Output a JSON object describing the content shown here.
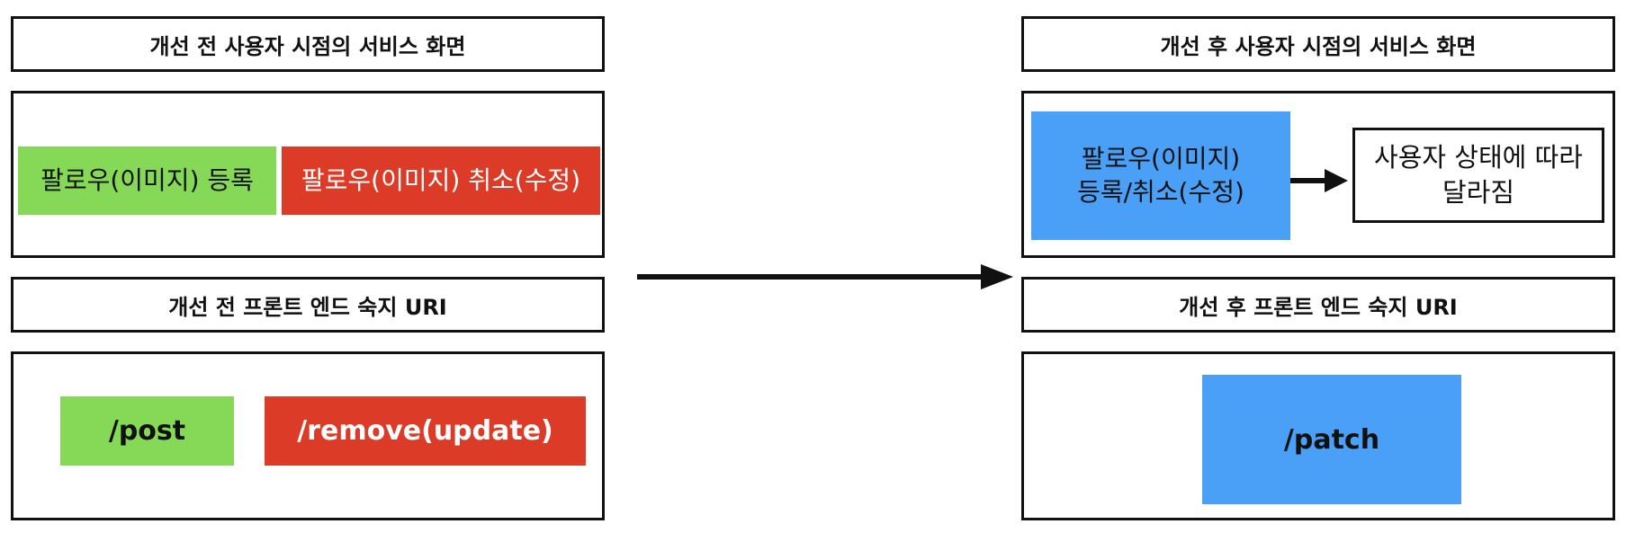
{
  "before": {
    "screen_title": "개선 전 사용자 시점의 서비스 화면",
    "follow_register": "팔로우(이미지) 등록",
    "follow_cancel": "팔로우(이미지) 취소(수정)",
    "uri_title": "개선 전 프론트 엔드 숙지 URI",
    "uri_post": "/post",
    "uri_remove": "/remove(update)"
  },
  "after": {
    "screen_title": "개선 후 사용자 시점의 서비스 화면",
    "follow_line1": "팔로우(이미지)",
    "follow_line2": "등록/취소(수정)",
    "note_line1": "사용자 상태에 따라",
    "note_line2": "달라짐",
    "uri_title": "개선 후 프론트 엔드 숙지 URI",
    "uri_patch": "/patch"
  },
  "colors": {
    "green": "#86d957",
    "red": "#db3b27",
    "blue": "#4aa0f7",
    "line": "#111111"
  }
}
